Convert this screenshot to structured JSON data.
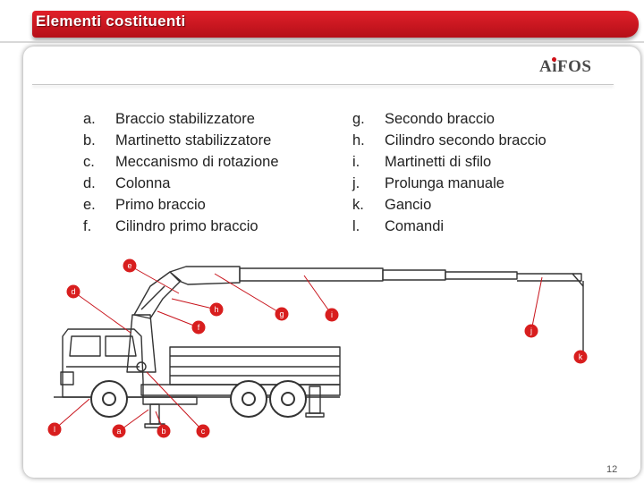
{
  "header": {
    "title": "Elementi costituenti"
  },
  "logo": {
    "text": "AiFOS"
  },
  "legend_left": [
    {
      "letter": "a.",
      "label": "Braccio stabilizzatore"
    },
    {
      "letter": "b.",
      "label": "Martinetto stabilizzatore"
    },
    {
      "letter": "c.",
      "label": "Meccanismo di rotazione"
    },
    {
      "letter": "d.",
      "label": "Colonna"
    },
    {
      "letter": "e.",
      "label": "Primo braccio"
    },
    {
      "letter": "f.",
      "label": "Cilindro primo braccio"
    }
  ],
  "legend_right": [
    {
      "letter": "g.",
      "label": "Secondo braccio"
    },
    {
      "letter": "h.",
      "label": "Cilindro secondo braccio"
    },
    {
      "letter": "i.",
      "label": "Martinetti di sfilo"
    },
    {
      "letter": "j.",
      "label": "Prolunga manuale"
    },
    {
      "letter": "k.",
      "label": "Gancio"
    },
    {
      "letter": "l.",
      "label": "Comandi"
    }
  ],
  "markers": {
    "a": "a",
    "b": "b",
    "c": "c",
    "d": "d",
    "e": "e",
    "f": "f",
    "g": "g",
    "h": "h",
    "i": "i",
    "j": "j",
    "k": "k",
    "l": "l"
  },
  "colors": {
    "accent": "#c8141c",
    "marker": "#d81e1e",
    "line": "#333333"
  },
  "footer": {
    "page_number": "12"
  }
}
